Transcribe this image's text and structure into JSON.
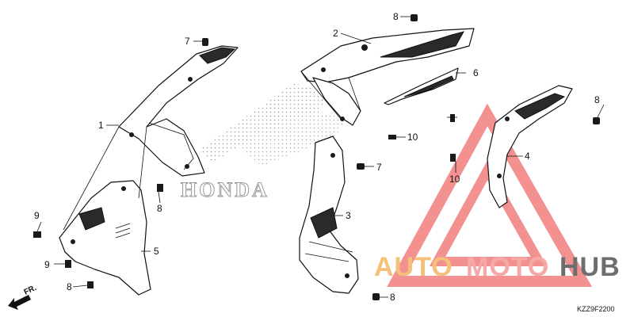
{
  "diagram": {
    "callouts": [
      {
        "id": "c1",
        "label": "1"
      },
      {
        "id": "c2",
        "label": "2"
      },
      {
        "id": "c3",
        "label": "3"
      },
      {
        "id": "c4",
        "label": "4"
      },
      {
        "id": "c5",
        "label": "5"
      },
      {
        "id": "c6",
        "label": "6"
      },
      {
        "id": "c7a",
        "label": "7"
      },
      {
        "id": "c7b",
        "label": "7"
      },
      {
        "id": "c8a",
        "label": "8"
      },
      {
        "id": "c8b",
        "label": "8"
      },
      {
        "id": "c8c",
        "label": "8"
      },
      {
        "id": "c8d",
        "label": "8"
      },
      {
        "id": "c8e",
        "label": "8"
      },
      {
        "id": "c9a",
        "label": "9"
      },
      {
        "id": "c9b",
        "label": "9"
      },
      {
        "id": "c10a",
        "label": "10"
      },
      {
        "id": "c10b",
        "label": "10"
      }
    ],
    "direction_label": "FR.",
    "drawing_code": "KZZ9F2200",
    "decal_text": "HONDA",
    "watermark": {
      "part1": "AUTO",
      "part2": "MOTO",
      "part3": "HUB",
      "colors": {
        "auto": "#f5c07a",
        "moto": "#f4a9a8",
        "hub": "#6e6e6e",
        "logo": "#ef6b6b"
      }
    }
  }
}
